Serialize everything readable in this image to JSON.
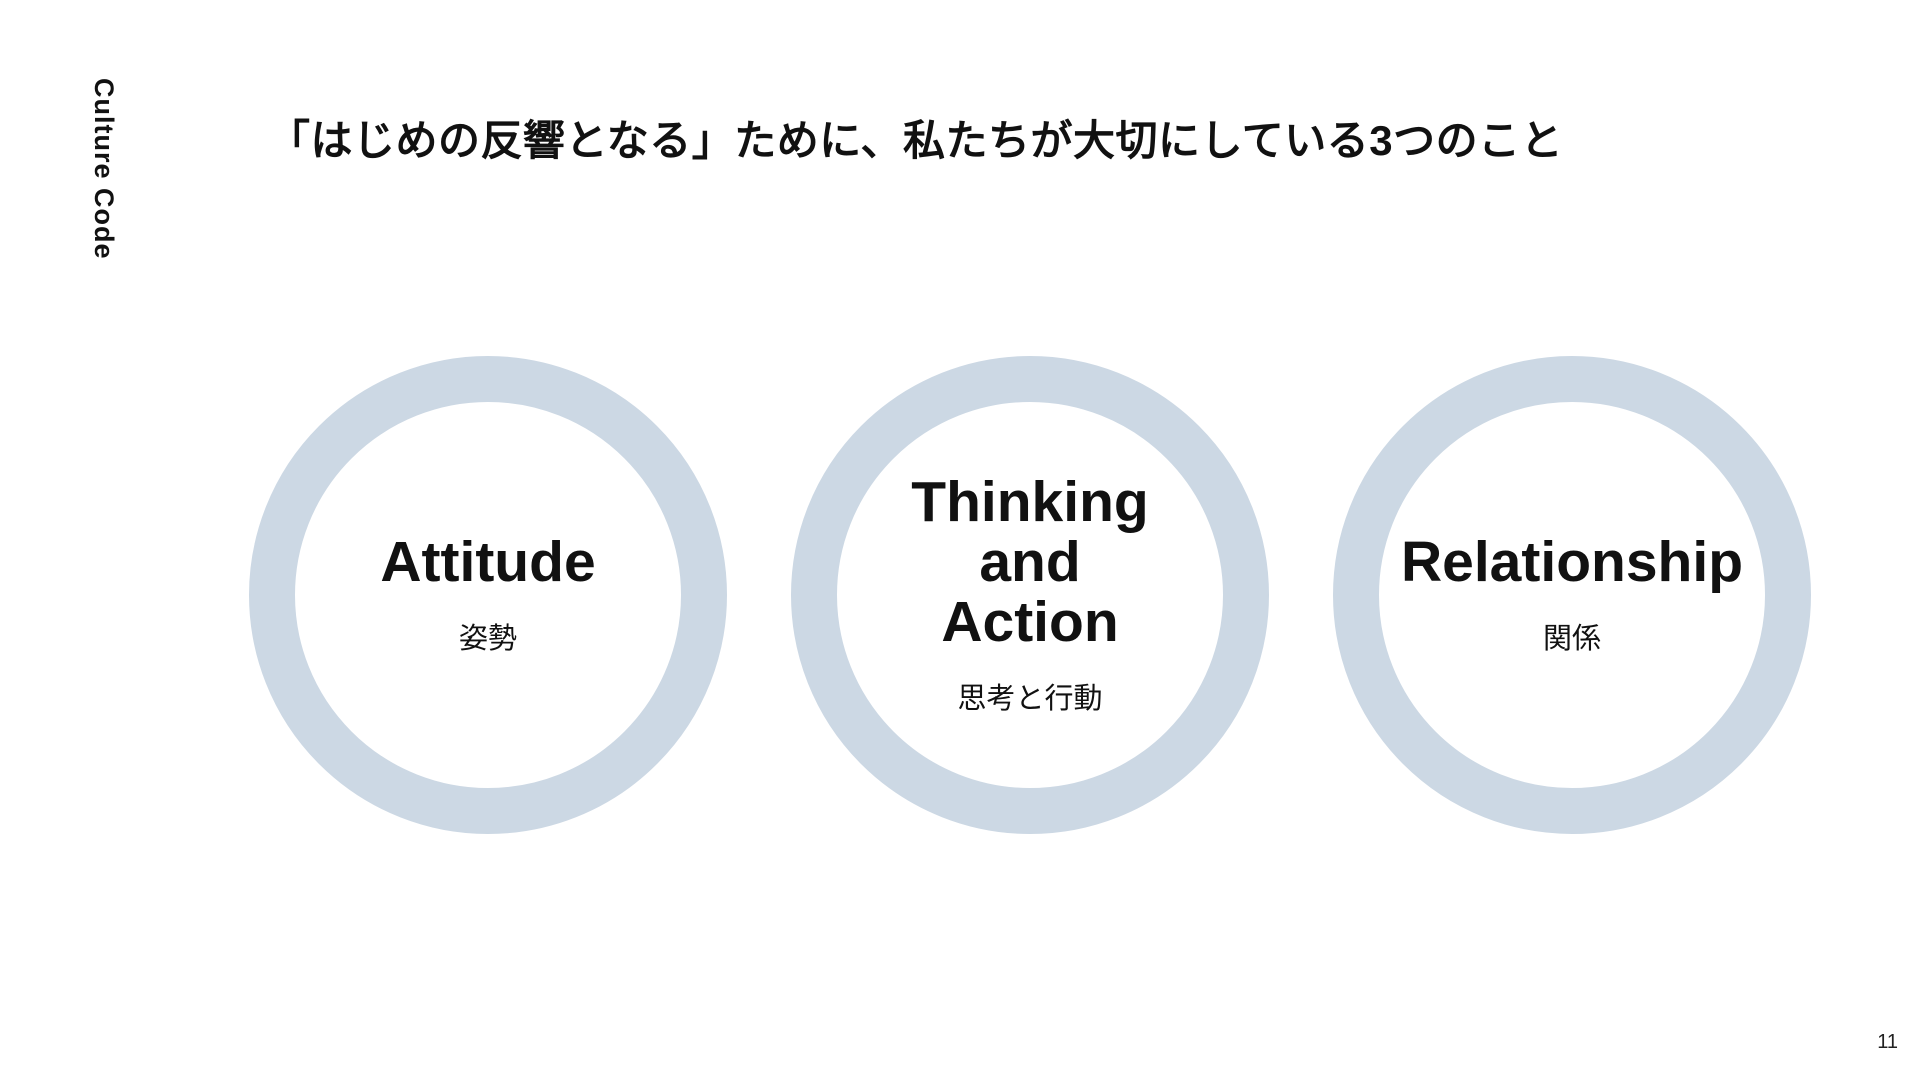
{
  "page": {
    "side_label": "Culture Code",
    "title": "「はじめの反響となる」ために、私たちが大切にしている3つのこと",
    "page_number": "11"
  },
  "circles": [
    {
      "title": "Attitude",
      "subtitle": "姿勢"
    },
    {
      "title": "Thinking\nand\nAction",
      "subtitle": "思考と行動"
    },
    {
      "title": "Relationship",
      "subtitle": "関係"
    }
  ],
  "colors": {
    "ring": "#ccd8e4",
    "text": "#111111",
    "background": "#ffffff"
  }
}
